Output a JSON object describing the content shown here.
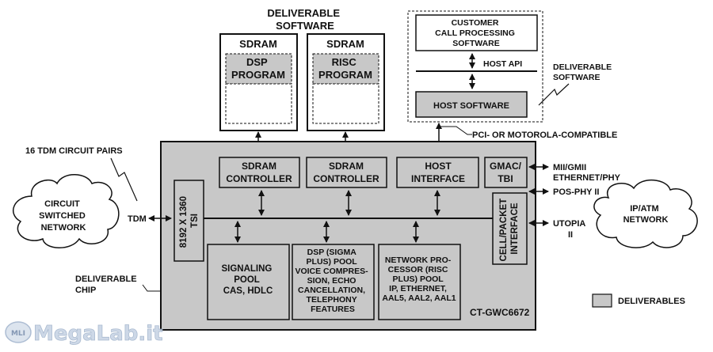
{
  "colors": {
    "chip": "#c8c8c8",
    "block": "#c8c8c8",
    "line": "#111111",
    "watermark": "#b9c8dc"
  },
  "labels": {
    "deliverable_software_top": [
      "DELIVERABLE",
      "SOFTWARE"
    ],
    "sdram_left": "SDRAM",
    "sdram_right": "SDRAM",
    "dsp_program": [
      "DSP",
      "PROGRAM"
    ],
    "risc_program": [
      "RISC",
      "PROGRAM"
    ],
    "customer_sw": [
      "CUSTOMER",
      "CALL PROCESSING",
      "SOFTWARE"
    ],
    "host_api": "HOST API",
    "host_software": "HOST SOFTWARE",
    "deliverable_software_right": [
      "DELIVERABLE",
      "SOFTWARE"
    ],
    "pci": "PCI- OR MOTOROLA-COMPATIBLE",
    "tdm_pairs": "16 TDM CIRCUIT PAIRS",
    "sdram_ctrl_1": [
      "SDRAM",
      "CONTROLLER"
    ],
    "sdram_ctrl_2": [
      "SDRAM",
      "CONTROLLER"
    ],
    "host_interface": [
      "HOST",
      "INTERFACE"
    ],
    "gmac": [
      "GMAC/",
      "TBI"
    ],
    "mii": [
      "MII/GMII",
      "ETHERNET/PHY"
    ],
    "pos_phy": "POS-PHY II",
    "circuit_network": [
      "CIRCUIT",
      "SWITCHED",
      "NETWORK"
    ],
    "tdm": "TDM",
    "tsi": [
      "8192 X 1360",
      "TSI"
    ],
    "cell_packet": [
      "CELL/PACKET",
      "INTERFACE"
    ],
    "ip_atm": [
      "IP/ATM",
      "NETWORK"
    ],
    "utopia": [
      "UTOPIA",
      "II"
    ],
    "signaling": [
      "SIGNALING",
      "POOL",
      "CAS, HDLC"
    ],
    "dsp_pool": [
      "DSP (SIGMA",
      "PLUS) POOL",
      "VOICE COMPRES-",
      "SION, ECHO",
      "CANCELLATION,",
      "TELEPHONY",
      "FEATURES"
    ],
    "net_proc": [
      "NETWORK PRO-",
      "CESSOR (RISC",
      "PLUS) POOL",
      "IP, ETHERNET,",
      "AAL5, AAL2, AAL1"
    ],
    "deliverable_chip": [
      "DELIVERABLE",
      "CHIP"
    ],
    "chip_name": "CT-GWC6672",
    "legend_deliverables": "DELIVERABLES",
    "watermark": "MegaLab.it",
    "watermark_badge": "MLI"
  }
}
